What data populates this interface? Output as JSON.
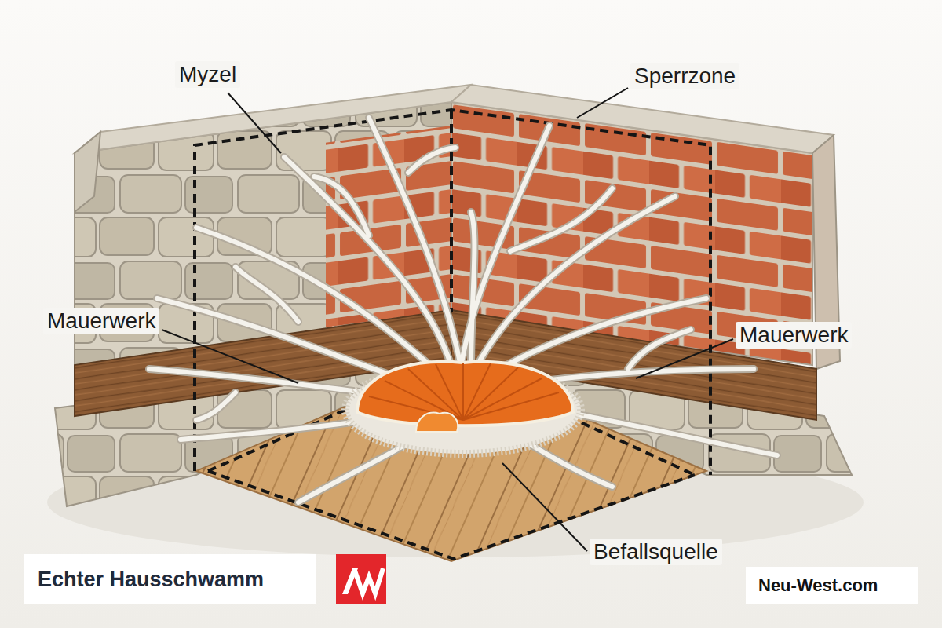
{
  "diagram": {
    "title": "Echter Hausschwamm",
    "labels": [
      "Myzel",
      "Sperrzone",
      "Mauerwerk",
      "Mauerwerk",
      "Befallsquelle",
      "Neu-West.com"
    ]
  }
}
